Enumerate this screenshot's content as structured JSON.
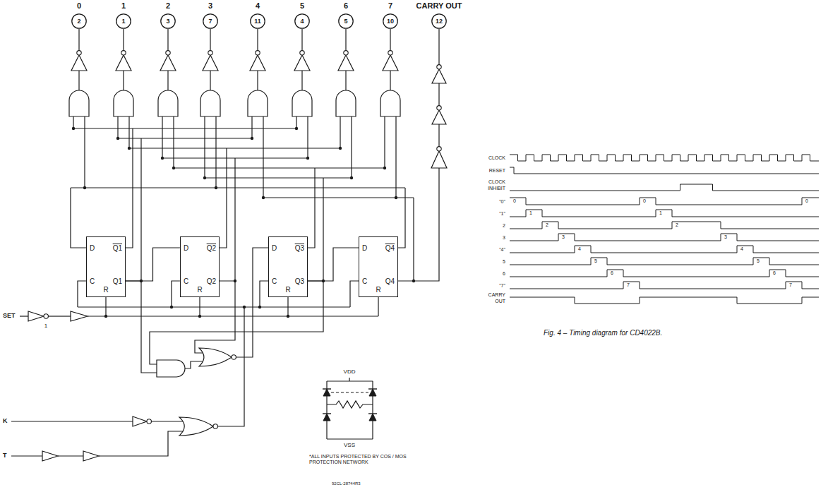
{
  "diagram": {
    "caption": "Fig. 4 – Timing diagram for CD4022B.",
    "nodes": [
      {
        "text": [
          "2"
        ]
      },
      {
        "text": [
          "1"
        ]
      },
      {
        "text": [
          "3"
        ]
      },
      {
        "text": [
          "7"
        ]
      },
      {
        "text": [
          "11"
        ]
      },
      {
        "text": [
          "4"
        ]
      },
      {
        "text": [
          "5"
        ]
      },
      {
        "text": [
          "10"
        ]
      },
      {
        "text": [
          "12"
        ]
      },
      {
        "text": [
          "D",
          "Q1",
          "C",
          "Q1",
          "R"
        ]
      },
      {
        "text": [
          "D",
          "Q2",
          "C",
          "Q2",
          "R"
        ]
      },
      {
        "text": [
          "D",
          "Q3",
          "C",
          "Q3",
          "R"
        ]
      },
      {
        "text": [
          "D",
          "Q4",
          "C",
          "Q4",
          "R"
        ]
      }
    ],
    "edges": [
      {
        "from": 9,
        "to": 10,
        "arrow": "none"
      },
      {
        "from": 11,
        "to": 12,
        "arrow": "none"
      }
    ],
    "labels": [
      "0",
      "1",
      "2",
      "3",
      "4",
      "5",
      "6",
      "7",
      "CARRY OUT",
      "SET",
      "1",
      "K",
      "T",
      "VDD",
      "VSS",
      "*ALL INPUTS PROTECTED BY COS / MOS PROTECTION NETWORK",
      "92CL-28744R3",
      "CLOCK",
      "RESET",
      "CLOCK INHIBIT",
      "\"0\"",
      "\"1\"",
      "2",
      "3",
      "\"4\"",
      "5",
      "6",
      "\"7\"",
      "CARRY OUT",
      "0",
      "1",
      "2",
      "3",
      "4",
      "5",
      "6",
      "7",
      "0",
      "1",
      "2",
      "3",
      "4",
      "5",
      "6",
      "7",
      "0"
    ]
  }
}
